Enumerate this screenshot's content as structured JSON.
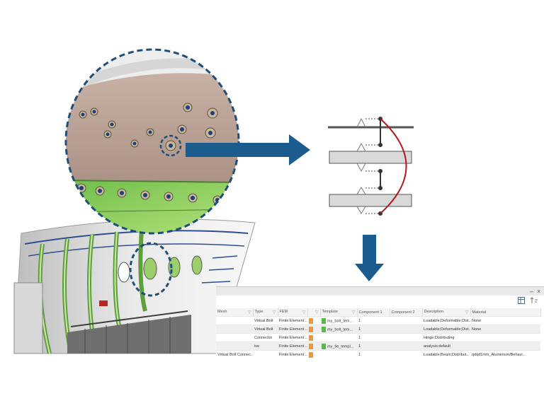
{
  "window": {
    "minimize_label": "–",
    "close_label": "×"
  },
  "table": {
    "columns": [
      "Mesh",
      "Type",
      "FEM",
      "Template",
      "Component 1",
      "Component 2",
      "Description",
      "Material"
    ],
    "rows": [
      {
        "mesh": "",
        "type": "Virtual Bolt",
        "fem": "Finite Element ...",
        "fem_color": "#e39a4a",
        "template": "my_bolt_tem...",
        "template_color": "#5cb84a",
        "component1": "1",
        "component2": "",
        "description": "Loadable;Deformable;Dist...",
        "material": "None"
      },
      {
        "mesh": "",
        "type": "Virtual Bolt",
        "fem": "Finite Element ...",
        "fem_color": "#e39a4a",
        "template": "my_bolt_tem...",
        "template_color": "#5cb84a",
        "component1": "1",
        "component2": "",
        "description": "Loadable;Deformable;Dist...",
        "material": "None"
      },
      {
        "mesh": "",
        "type": "Connector",
        "fem": "Finite Element ...",
        "fem_color": "#e39a4a",
        "template": "",
        "template_color": "",
        "component1": "1",
        "component2": "",
        "description": "Hinge;Distributing",
        "material": ""
      },
      {
        "mesh": "",
        "type": "ive",
        "fem": "Finite Element ...",
        "fem_color": "#e39a4a",
        "template": "my_tie_templ...",
        "template_color": "#5cb84a",
        "component1": "1",
        "component2": "",
        "description": "analysis:default",
        "material": ""
      },
      {
        "mesh": "Virtual Bolt Connec...",
        "type": "",
        "fem": "Finite Element ...",
        "fem_color": "#e39a4a",
        "template": "",
        "template_color": "",
        "component1": "1",
        "component2": "",
        "description": "Loadable;Beam;Distribut...",
        "material": "qdqd1mm_Aluminium/Behavi..."
      }
    ]
  },
  "icons": [
    "table-view-icon",
    "sort-icon",
    "filter-icon",
    "arrow-right-icon",
    "arrow-down-icon"
  ],
  "colors": {
    "arrow": "#1b5b8e",
    "dashed_circle": "#1f4f79",
    "connector_red": "#b5171b",
    "plate_gray": "#d9d9d9",
    "panel_green": "#8fd15a"
  }
}
